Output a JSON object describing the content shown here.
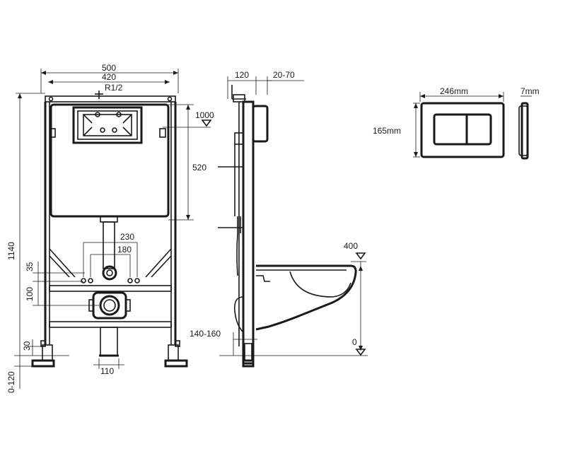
{
  "front_view": {
    "width_outer": "500",
    "width_inner": "420",
    "thread": "R1/2",
    "height_total": "1140",
    "height_button": "1000",
    "tank_height": "520",
    "bolt_spacing_outer": "230",
    "bolt_spacing_inner": "180",
    "inlet_offset": "35",
    "outlet_height": "100",
    "foot_height": "30",
    "foot_adjust": "0-120",
    "outlet_width": "110"
  },
  "side_view": {
    "depth_frame": "120",
    "depth_wall": "20-70",
    "support_offset": "140-160",
    "bowl_height": "400",
    "floor_level": "0"
  },
  "flush_plate": {
    "width": "246mm",
    "height": "165mm",
    "thickness": "7mm"
  }
}
